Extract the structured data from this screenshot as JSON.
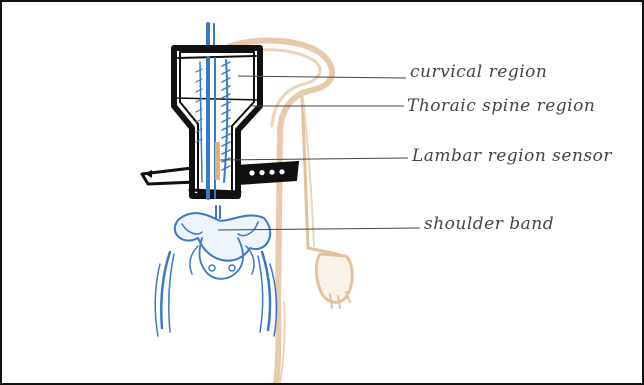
{
  "labels": {
    "cervical": "curvical region",
    "thoracic": "Thoraic spine region",
    "lumbar": "Lambar region sensor",
    "shoulder": "shoulder band"
  },
  "colors": {
    "device_outline": "#111111",
    "spine": "#3a78c8",
    "arm": "#e3c19c",
    "sensor": "#e8b070",
    "leader_lines": "#444444",
    "frame": "#111111"
  }
}
